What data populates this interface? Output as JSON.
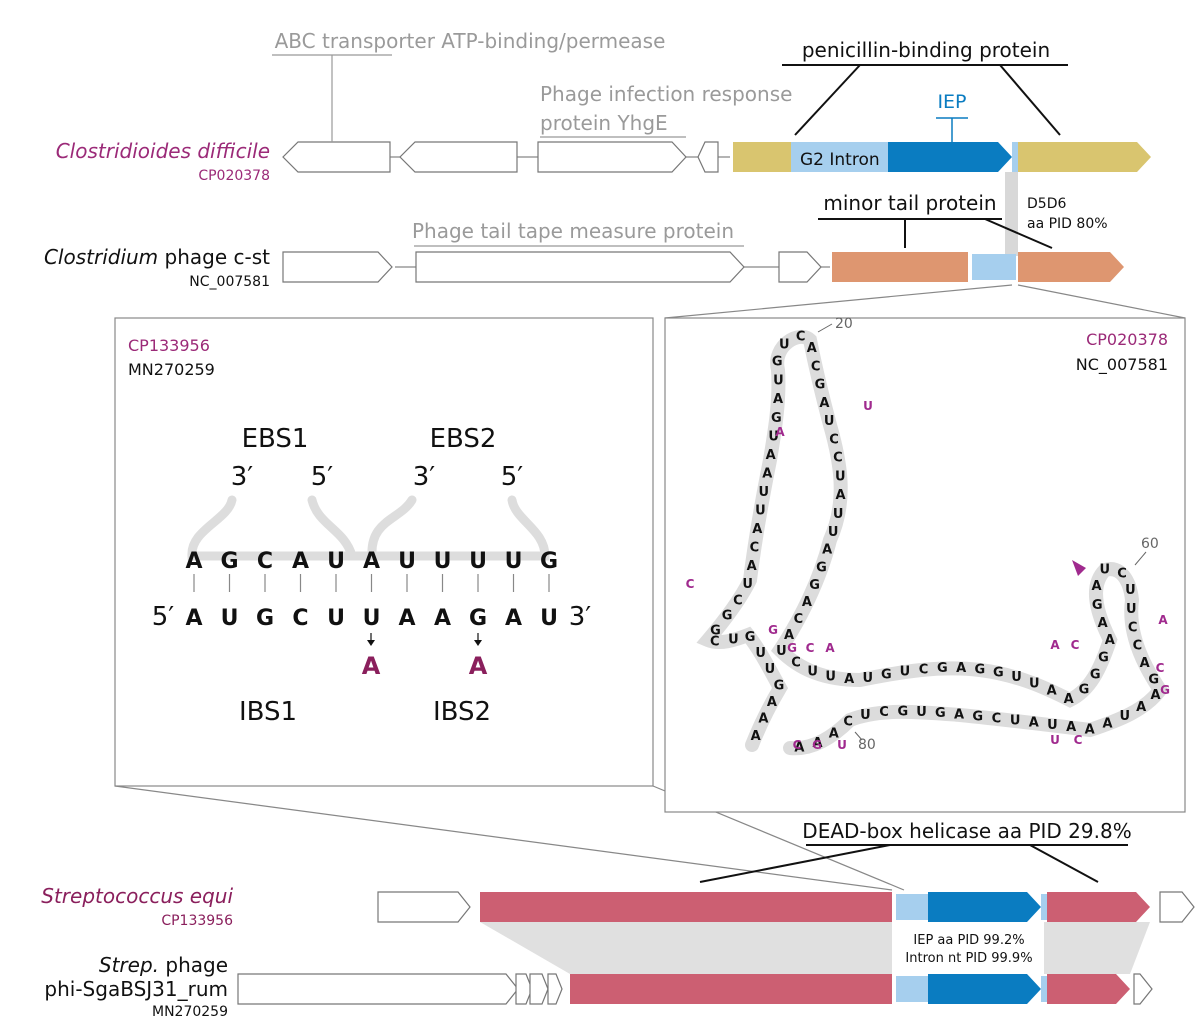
{
  "colors": {
    "pbp": "#d9c56f",
    "intron": "#a6cfee",
    "iep": "#0a7cc1",
    "tail": "#de9670",
    "equi": "#cc5f72",
    "magenta": "#9b2a78",
    "variant": "#a02a8e"
  },
  "top_labels": {
    "abc": "ABC transporter ATP-binding/permease",
    "pbp": "penicillin-binding protein",
    "phage_infection_line1": "Phage infection response",
    "phage_infection_line2": "protein YhgE",
    "iep": "IEP",
    "g2_intron": "G2 Intron",
    "minor_tail": "minor tail protein",
    "d5d6_line1": "D5D6",
    "d5d6_line2": "aa PID 80%",
    "tape_measure": "Phage tail tape measure protein"
  },
  "organisms": {
    "cdiff_name": "Clostridioides difficile",
    "cdiff_acc": "CP020378",
    "cst_name_italic": "Clostridium",
    "cst_name_rest": " phage c-st",
    "cst_acc": "NC_007581",
    "equi_name": "Streptococcus equi",
    "equi_acc": "CP133956",
    "strep_line1_italic": "Strep.",
    "strep_line1_rest": " phage",
    "strep_line2": "phi-SgaBSJ31_rum",
    "strep_acc": "MN270259"
  },
  "left_panel": {
    "acc1": "CP133956",
    "acc2": "MN270259",
    "ebs1": "EBS1",
    "ebs2": "EBS2",
    "prime3": "3′",
    "prime5": "5′",
    "ebs_seq": [
      "A",
      "G",
      "C",
      "A",
      "U",
      "A",
      "U",
      "U",
      "U",
      "U",
      "G"
    ],
    "ibs_seq": [
      "A",
      "U",
      "G",
      "C",
      "U",
      "U",
      "A",
      "A",
      "G",
      "A",
      "U"
    ],
    "variants": [
      "A",
      "A"
    ],
    "ibs1": "IBS1",
    "ibs2": "IBS2"
  },
  "right_panel": {
    "acc1": "CP020378",
    "acc2": "NC_007581",
    "num20": "20",
    "num60": "60",
    "num80": "80",
    "stem_nts": [
      "A",
      "A",
      "A",
      "G",
      "U",
      "U",
      "G",
      "U",
      "C",
      "G",
      "G",
      "C",
      "U",
      "A",
      "C",
      "A",
      "U",
      "U",
      "A",
      "A",
      "U",
      "G",
      "A",
      "U",
      "G",
      "U",
      "C",
      "A",
      "C",
      "G",
      "A",
      "U",
      "C",
      "C",
      "U",
      "A",
      "U",
      "U",
      "A",
      "G",
      "G",
      "A",
      "C",
      "A",
      "U",
      "C",
      "U",
      "U",
      "A",
      "U",
      "G",
      "U",
      "C",
      "G",
      "A",
      "G",
      "G",
      "U",
      "U",
      "A",
      "A",
      "G",
      "G",
      "G",
      "A",
      "A",
      "G",
      "A",
      "U",
      "C",
      "U",
      "U",
      "C",
      "C",
      "A",
      "G",
      "A",
      "A",
      "U",
      "A",
      "A",
      "A",
      "U",
      "A",
      "U",
      "C",
      "G",
      "A",
      "G",
      "U",
      "G",
      "C",
      "U",
      "C",
      "A",
      "A",
      "A"
    ],
    "variant_nts": [
      "U",
      "A",
      "C",
      "G",
      "G",
      "C",
      "A",
      "C",
      "G",
      "U",
      "A",
      "C",
      "A",
      "C",
      "G",
      "U",
      "C"
    ]
  },
  "bottom_labels": {
    "dead_box": "DEAD-box helicase aa PID 29.8%",
    "iep_pid": "IEP aa PID 99.2%",
    "intron_pid": "Intron nt PID 99.9%"
  }
}
